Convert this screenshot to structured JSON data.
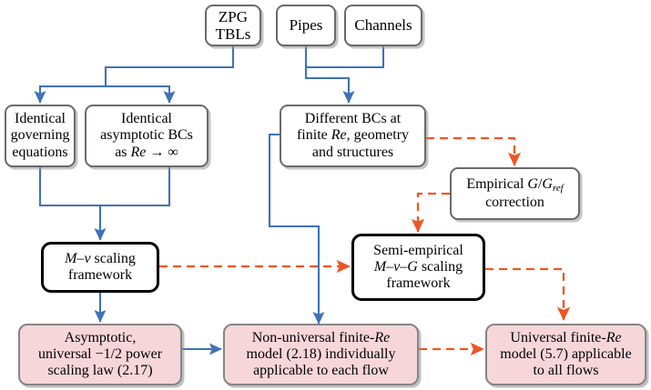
{
  "figure": {
    "kind": "flowchart",
    "title": "Scaling framework derivation flowchart",
    "colors": {
      "blue_arrow": "#3f72b8",
      "orange_dashed_arrow": "#ef5622",
      "pink_fill": "#f7d6da",
      "gray_border": "#6a6a6a",
      "black_border": "#000000",
      "background": "#ffffff"
    }
  },
  "nodes": {
    "zpg_tbls": {
      "line1": "ZPG",
      "line2": "TBLs"
    },
    "pipes": {
      "label": "Pipes"
    },
    "channels": {
      "label": "Channels"
    },
    "identical_governing": {
      "line1": "Identical",
      "line2": "governing",
      "line3": "equations"
    },
    "identical_asymptotic": {
      "line1": "Identical",
      "line2": "asymptotic BCs",
      "line3_pre": "as ",
      "line3_it": "Re",
      "line3_post": " → ∞"
    },
    "different_bcs": {
      "line1": "Different BCs at",
      "line2_pre": "finite ",
      "line2_it": "Re",
      "line2_post": ", geometry",
      "line3": "and structures"
    },
    "empirical_correction": {
      "line1_pre": "Empirical ",
      "line1_it": "G",
      "line1_slash": "/",
      "line1_it2": "G",
      "line1_sub": "ref",
      "line2": "correction"
    },
    "mv_framework": {
      "line1_it": "M–v",
      "line1_post": " scaling",
      "line2": "framework"
    },
    "semi_empirical": {
      "line1": "Semi-empirical",
      "line2_it": "M–v–G",
      "line2_post": " scaling",
      "line3": "framework"
    },
    "asymptotic_law": {
      "line1": "Asymptotic,",
      "line2": "universal −1/2 power",
      "line3": "scaling law (2.17)"
    },
    "nonuniversal_model": {
      "line1_pre": "Non-universal finite-",
      "line1_it": "Re",
      "line2": "model (2.18) individually",
      "line3": "applicable to each flow"
    },
    "universal_model": {
      "line1_pre": "Universal finite-",
      "line1_it": "Re",
      "line2": "model (5.7) applicable",
      "line3": "to all flows"
    }
  },
  "edges": [
    {
      "name": "zpg-to-governing-and-asymptotic",
      "style": "solid",
      "color": "#3f72b8"
    },
    {
      "name": "pipes-to-different-bcs",
      "style": "solid",
      "color": "#3f72b8"
    },
    {
      "name": "channels-to-different-bcs",
      "style": "solid",
      "color": "#3f72b8"
    },
    {
      "name": "governing-asymptotic-to-mv-framework",
      "style": "solid",
      "color": "#3f72b8"
    },
    {
      "name": "different-bcs-to-nonuniversal-model",
      "style": "solid",
      "color": "#3f72b8"
    },
    {
      "name": "mv-framework-to-asymptotic-law",
      "style": "solid",
      "color": "#3f72b8"
    },
    {
      "name": "asymptotic-law-to-nonuniversal-model",
      "style": "solid",
      "color": "#3f72b8"
    },
    {
      "name": "different-bcs-to-empirical-correction",
      "style": "dashed",
      "color": "#ef5622"
    },
    {
      "name": "empirical-correction-to-semi-empirical",
      "style": "dashed",
      "color": "#ef5622"
    },
    {
      "name": "mv-framework-to-semi-empirical",
      "style": "dashed",
      "color": "#ef5622"
    },
    {
      "name": "semi-empirical-to-universal-model",
      "style": "dashed",
      "color": "#ef5622"
    },
    {
      "name": "nonuniversal-to-universal-model",
      "style": "dashed",
      "color": "#ef5622"
    }
  ]
}
